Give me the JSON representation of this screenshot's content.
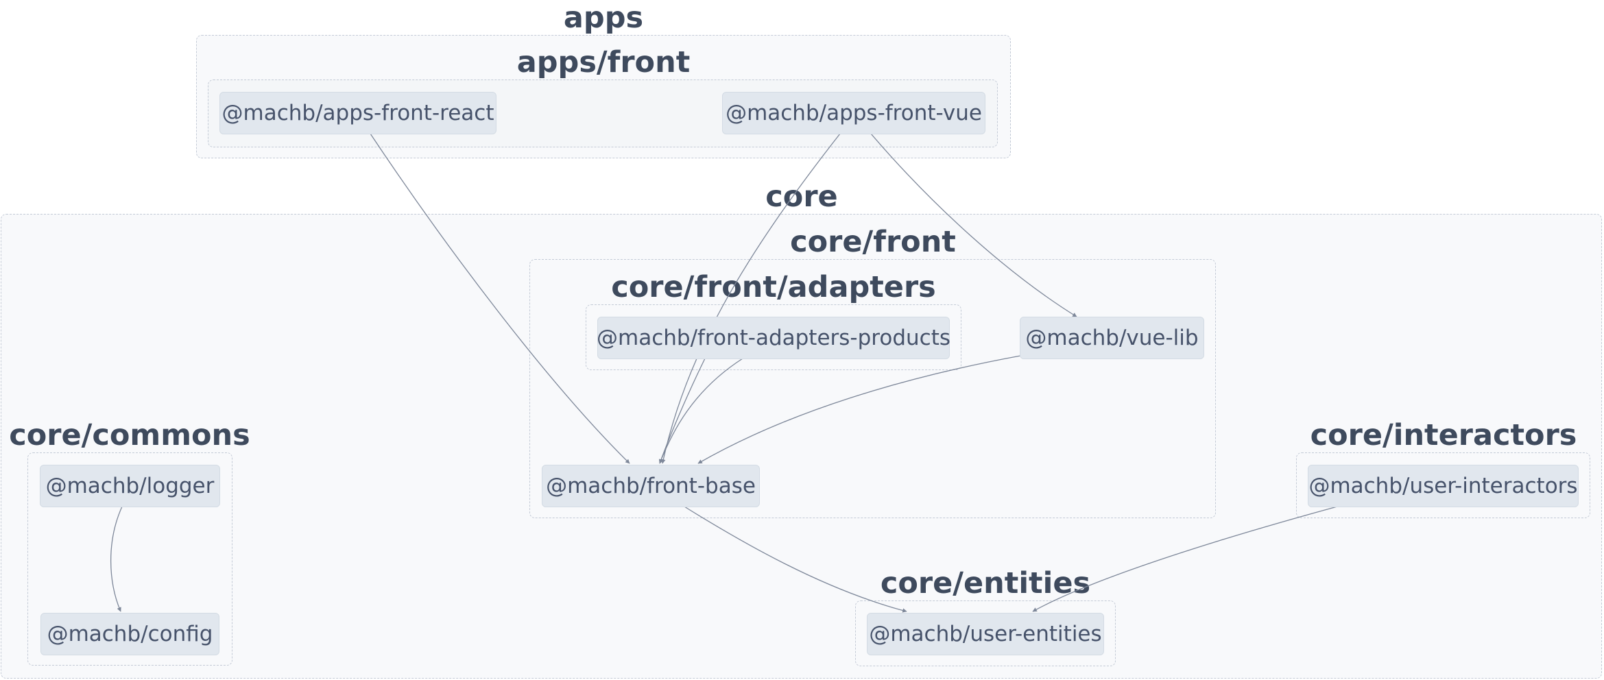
{
  "groups": {
    "apps": "apps",
    "apps_front": "apps/front",
    "core": "core",
    "core_front": "core/front",
    "core_front_adapters": "core/front/adapters",
    "core_commons": "core/commons",
    "core_interactors": "core/interactors",
    "core_entities": "core/entities"
  },
  "nodes": {
    "apps_front_react": "@machb/apps-front-react",
    "apps_front_vue": "@machb/apps-front-vue",
    "front_adapters_products": "@machb/front-adapters-products",
    "vue_lib": "@machb/vue-lib",
    "front_base": "@machb/front-base",
    "logger": "@machb/logger",
    "config": "@machb/config",
    "user_interactors": "@machb/user-interactors",
    "user_entities": "@machb/user-entities"
  },
  "edges": [
    {
      "from": "@machb/apps-front-react",
      "to": "@machb/front-base"
    },
    {
      "from": "@machb/apps-front-vue",
      "to": "@machb/front-base"
    },
    {
      "from": "@machb/apps-front-vue",
      "to": "@machb/vue-lib"
    },
    {
      "from": "@machb/front-adapters-products",
      "to": "@machb/front-base"
    },
    {
      "from": "@machb/vue-lib",
      "to": "@machb/front-base"
    },
    {
      "from": "@machb/front-base",
      "to": "@machb/user-entities"
    },
    {
      "from": "@machb/user-interactors",
      "to": "@machb/user-entities"
    },
    {
      "from": "@machb/logger",
      "to": "@machb/config"
    }
  ],
  "colors": {
    "edge": "#7d8799",
    "node_fill": "#e1e7ee",
    "group_border": "#c3cad6",
    "title": "#3e4a5d"
  }
}
